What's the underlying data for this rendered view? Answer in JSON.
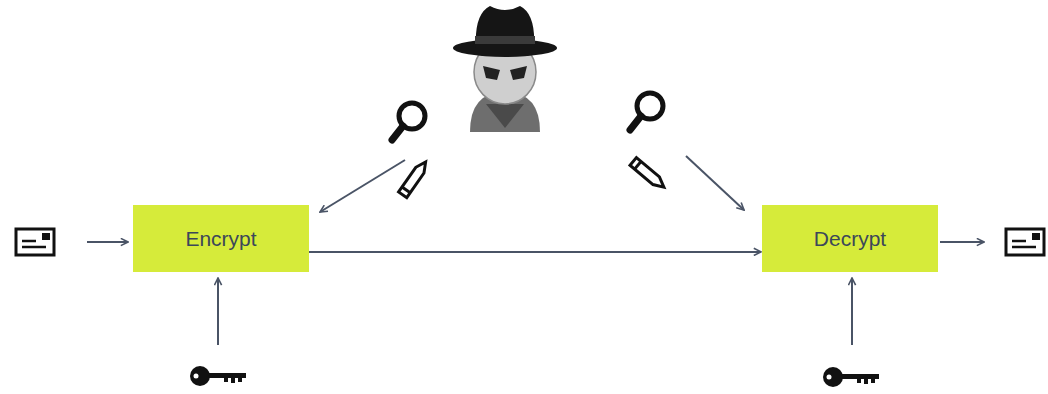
{
  "diagram": {
    "nodes": [
      {
        "text": [
          "Encrypt"
        ]
      },
      {
        "text": [
          "Decrypt"
        ]
      }
    ],
    "edges": [
      {
        "from": 0,
        "to": 1,
        "arrow": "to"
      }
    ]
  }
}
